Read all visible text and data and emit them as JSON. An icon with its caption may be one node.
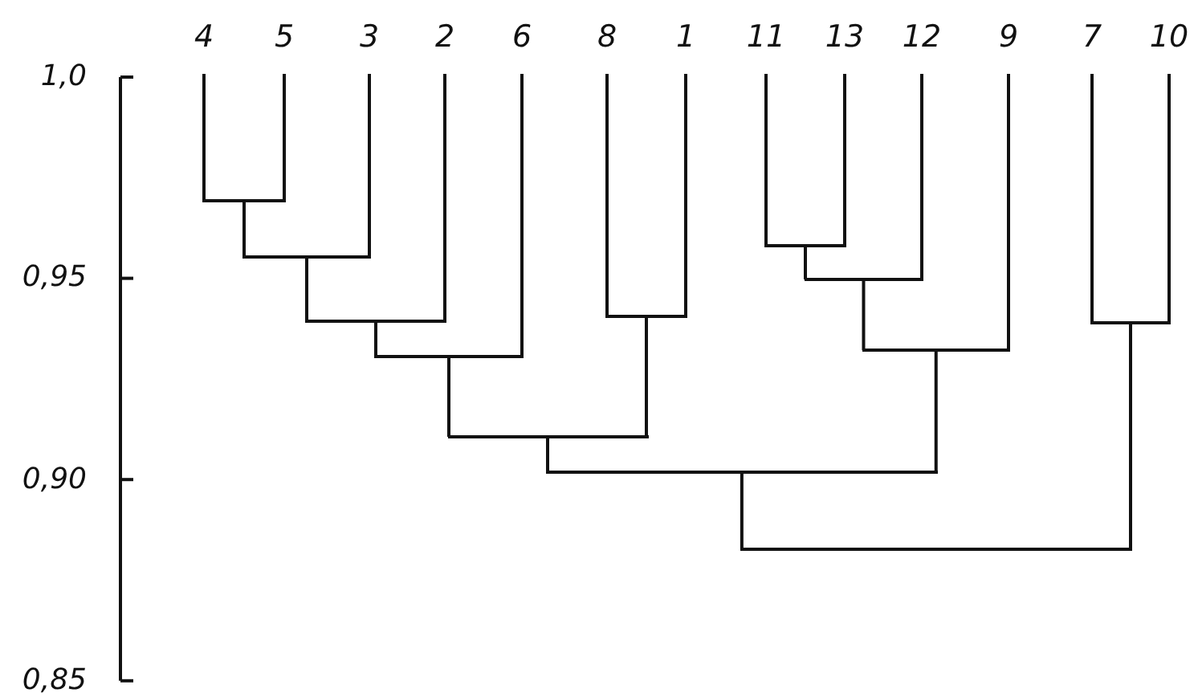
{
  "diagram": {
    "nodes": [
      {
        "text": [
          "4"
        ]
      },
      {
        "text": [
          "5"
        ]
      },
      {
        "text": [
          "3"
        ]
      },
      {
        "text": [
          "2"
        ]
      },
      {
        "text": [
          "6"
        ]
      },
      {
        "text": [
          "8"
        ]
      },
      {
        "text": [
          "1"
        ]
      },
      {
        "text": [
          "11"
        ]
      },
      {
        "text": [
          "13"
        ]
      },
      {
        "text": [
          "12"
        ]
      },
      {
        "text": [
          "9"
        ]
      },
      {
        "text": [
          "7"
        ]
      },
      {
        "text": [
          "10"
        ]
      },
      {
        "text": [],
        "shape": "bar"
      },
      {
        "text": [],
        "shape": "bar"
      },
      {
        "text": [],
        "shape": "bar"
      },
      {
        "text": [],
        "shape": "bar"
      },
      {
        "text": [],
        "shape": "bar"
      },
      {
        "text": [],
        "shape": "bar"
      },
      {
        "text": [],
        "shape": "bar"
      },
      {
        "text": [],
        "shape": "bar"
      },
      {
        "text": [],
        "shape": "bar"
      },
      {
        "text": [],
        "shape": "bar"
      },
      {
        "text": [],
        "shape": "bar"
      },
      {
        "text": [],
        "shape": "bar"
      }
    ],
    "edges": [
      {
        "from": 13,
        "to": 0,
        "arrow": "none"
      },
      {
        "from": 13,
        "to": 1,
        "arrow": "none"
      },
      {
        "from": 14,
        "to": 13,
        "arrow": "none"
      },
      {
        "from": 14,
        "to": 2,
        "arrow": "none"
      },
      {
        "from": 15,
        "to": 14,
        "arrow": "none"
      },
      {
        "from": 15,
        "to": 3,
        "arrow": "none"
      },
      {
        "from": 16,
        "to": 15,
        "arrow": "none"
      },
      {
        "from": 16,
        "to": 4,
        "arrow": "none"
      },
      {
        "from": 17,
        "to": 5,
        "arrow": "none"
      },
      {
        "from": 17,
        "to": 6,
        "arrow": "none"
      },
      {
        "from": 18,
        "to": 16,
        "arrow": "none"
      },
      {
        "from": 18,
        "to": 17,
        "arrow": "none"
      },
      {
        "from": 19,
        "to": 7,
        "arrow": "none"
      },
      {
        "from": 19,
        "to": 8,
        "arrow": "none"
      },
      {
        "from": 20,
        "to": 19,
        "arrow": "none"
      },
      {
        "from": 20,
        "to": 9,
        "arrow": "none"
      },
      {
        "from": 21,
        "to": 20,
        "arrow": "none"
      },
      {
        "from": 21,
        "to": 10,
        "arrow": "none"
      },
      {
        "from": 22,
        "to": 18,
        "arrow": "none"
      },
      {
        "from": 22,
        "to": 21,
        "arrow": "none"
      },
      {
        "from": 23,
        "to": 11,
        "arrow": "none"
      },
      {
        "from": 23,
        "to": 12,
        "arrow": "none"
      },
      {
        "from": 24,
        "to": 22,
        "arrow": "none"
      },
      {
        "from": 24,
        "to": 23,
        "arrow": "none"
      }
    ],
    "labels": [
      "1,0",
      "0,95",
      "0,90",
      "0,85"
    ]
  }
}
